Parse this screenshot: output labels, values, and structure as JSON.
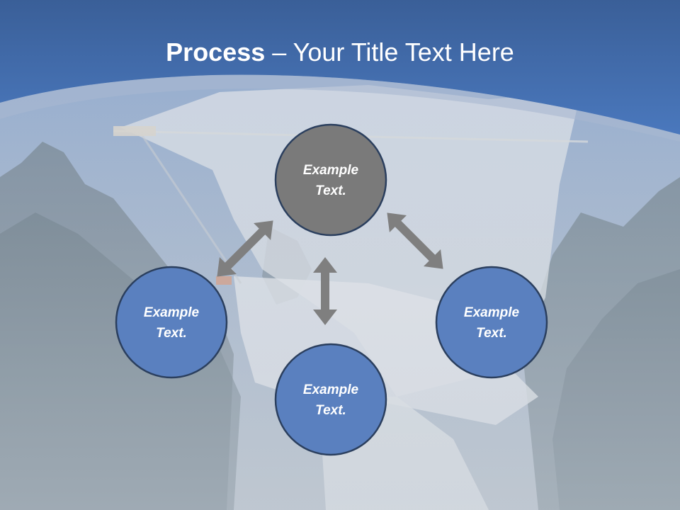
{
  "title": {
    "bold": "Process",
    "rest": " – Your Title Text Here"
  },
  "nodes": [
    {
      "line1": "Example",
      "line2": "Text.",
      "fill": "#7a7a7a"
    },
    {
      "line1": "Example",
      "line2": "Text.",
      "fill": "#5a80bf"
    },
    {
      "line1": "Example",
      "line2": "Text.",
      "fill": "#5a80bf"
    },
    {
      "line1": "Example",
      "line2": "Text.",
      "fill": "#5a80bf"
    }
  ],
  "colors": {
    "header_blue": "#3f6db0",
    "arrow_gray": "#7f7f7f",
    "node_stroke": "#2b3f5e"
  }
}
